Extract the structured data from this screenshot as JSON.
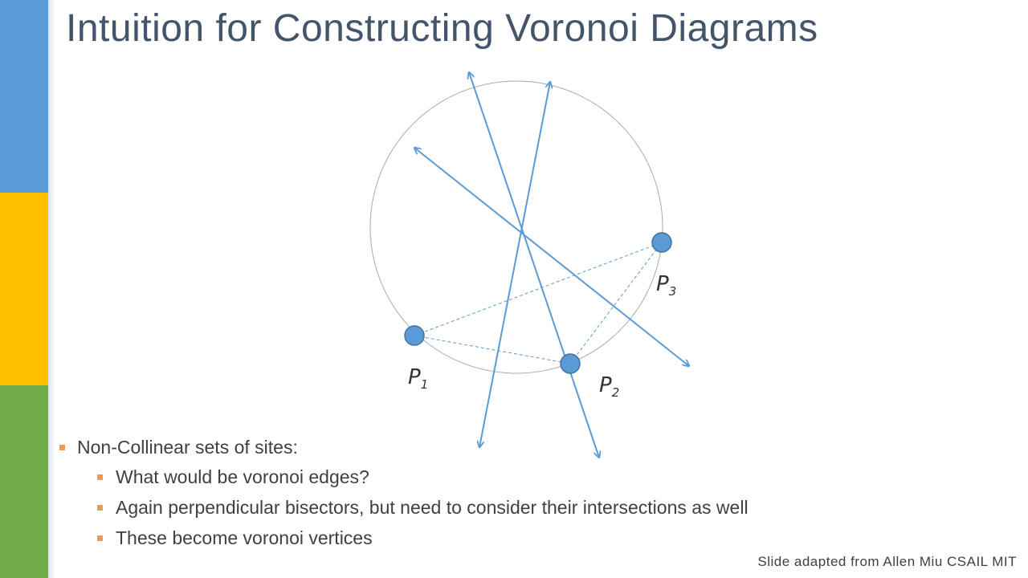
{
  "slide": {
    "title": "Intuition for Constructing Voronoi Diagrams",
    "credit": "Slide adapted from Allen Miu CSAIL MIT",
    "accent_colors": {
      "blue": "#5b9bd5",
      "yellow": "#ffc000",
      "green": "#70ad47",
      "bullet": "#e8a048",
      "title": "#44546a"
    }
  },
  "diagram": {
    "sites": [
      {
        "label": "P",
        "sub": "1"
      },
      {
        "label": "P",
        "sub": "2"
      },
      {
        "label": "P",
        "sub": "3"
      }
    ]
  },
  "bullets": [
    {
      "level": 1,
      "text": "Non-Collinear sets of sites:"
    },
    {
      "level": 2,
      "text": "What would be voronoi edges?"
    },
    {
      "level": 2,
      "text": "Again perpendicular bisectors, but need to consider their intersections as well"
    },
    {
      "level": 2,
      "text": "These become voronoi vertices"
    }
  ]
}
